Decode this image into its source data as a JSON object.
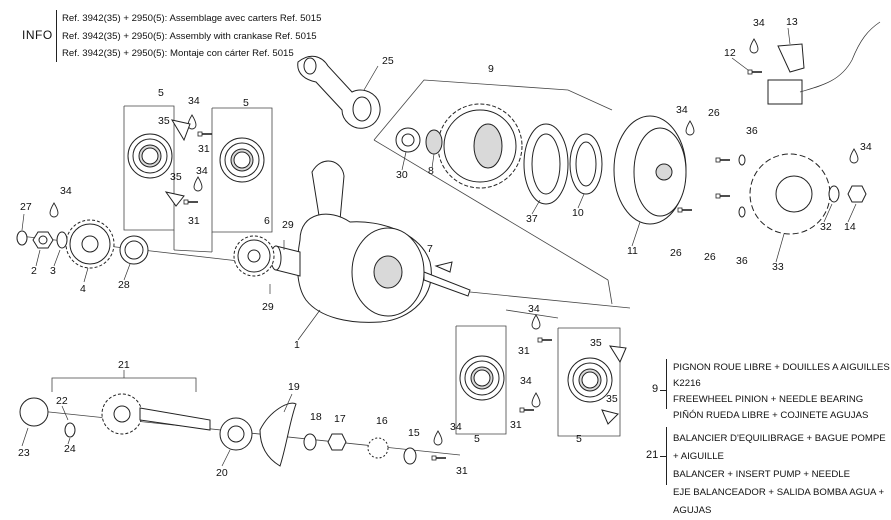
{
  "info": {
    "label": "INFO",
    "lines": [
      "Ref. 3942(35) + 2950(5): Assemblage avec carters Ref. 5015",
      "Ref. 3942(35) + 2950(5): Assembly with crankase Ref. 5015",
      "Ref. 3942(35) + 2950(5): Montaje con cárter Ref. 5015"
    ]
  },
  "legend_9": {
    "number": "9",
    "lines": [
      "PIGNON ROUE LIBRE + DOUILLES A AIGUILLES K2216",
      "FREEWHEEL PINION + NEEDLE BEARING",
      "PIÑÓN RUEDA LIBRE + COJINETE AGUJAS"
    ]
  },
  "legend_21": {
    "number": "21",
    "lines": [
      "BALANCIER D'EQUILIBRAGE + BAGUE POMPE + AIGUILLE",
      "BALANCER + INSERT PUMP + NEEDLE",
      "EJE BALANCEADOR + SALIDA BOMBA AGUA + AGUJAS"
    ]
  },
  "callouts": {
    "c1": "1",
    "c2": "2",
    "c3": "3",
    "c4": "4",
    "c5a": "5",
    "c5b": "5",
    "c5c": "5",
    "c5d": "5",
    "c6": "6",
    "c7": "7",
    "c8": "8",
    "c9": "9",
    "c10": "10",
    "c11": "11",
    "c12": "12",
    "c13": "13",
    "c14": "14",
    "c15": "15",
    "c16": "16",
    "c17": "17",
    "c18": "18",
    "c19": "19",
    "c20": "20",
    "c21": "21",
    "c22": "22",
    "c23": "23",
    "c24": "24",
    "c25": "25",
    "c26a": "26",
    "c26b": "26",
    "c26c": "26",
    "c27": "27",
    "c28": "28",
    "c29a": "29",
    "c29b": "29",
    "c30": "30",
    "c31a": "31",
    "c31b": "31",
    "c31c": "31",
    "c31d": "31",
    "c31e": "31",
    "c32": "32",
    "c33": "33",
    "c34a": "34",
    "c34b": "34",
    "c34c": "34",
    "c34d": "34",
    "c34e": "34",
    "c34f": "34",
    "c34g": "34",
    "c34h": "34",
    "c34i": "34",
    "c35a": "35",
    "c35b": "35",
    "c35c": "35",
    "c35d": "35",
    "c36a": "36",
    "c36b": "36",
    "c37": "37"
  }
}
